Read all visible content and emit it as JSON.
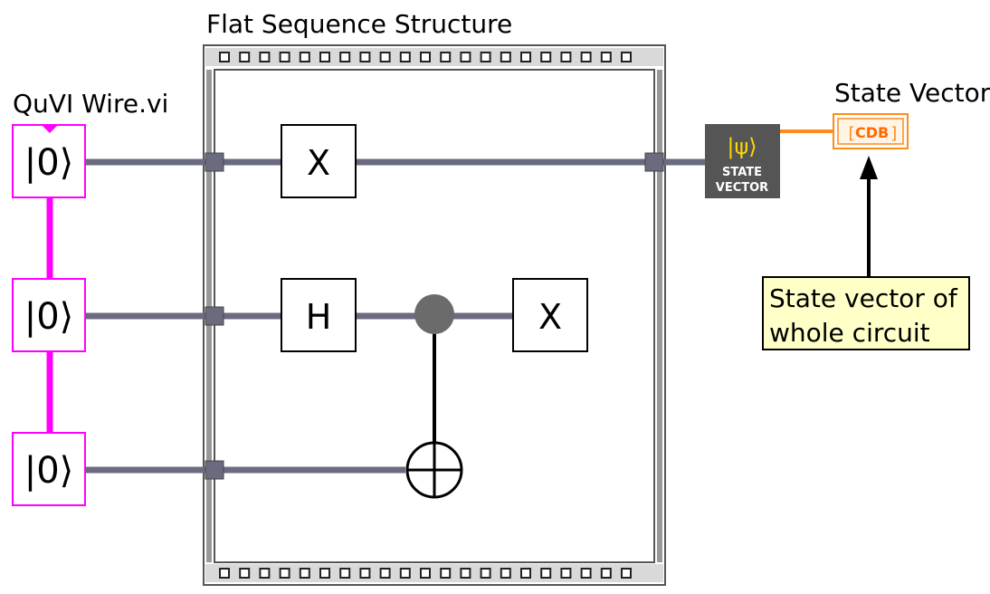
{
  "structure": {
    "label": "Flat Sequence Structure"
  },
  "qubits": {
    "label": "QuVI Wire.vi",
    "states": [
      "|0⟩",
      "|0⟩",
      "|0⟩"
    ]
  },
  "gates": {
    "q0_x": "X",
    "q1_h": "H",
    "q1_x": "X"
  },
  "state_vector_node": {
    "symbol": "|ψ⟩",
    "line1": "STATE",
    "line2": "VECTOR"
  },
  "indicator": {
    "label": "State Vector",
    "type": "CDB"
  },
  "comment": {
    "line1": "State vector of",
    "line2": "whole circuit"
  },
  "colors": {
    "qubit_wire": "#ff00ff",
    "quantum_wire": "#6b6b80",
    "output_wire": "#ff8c1a",
    "node_bg": "#555555",
    "node_symbol": "#ffd700",
    "comment_bg": "#ffffc8"
  }
}
